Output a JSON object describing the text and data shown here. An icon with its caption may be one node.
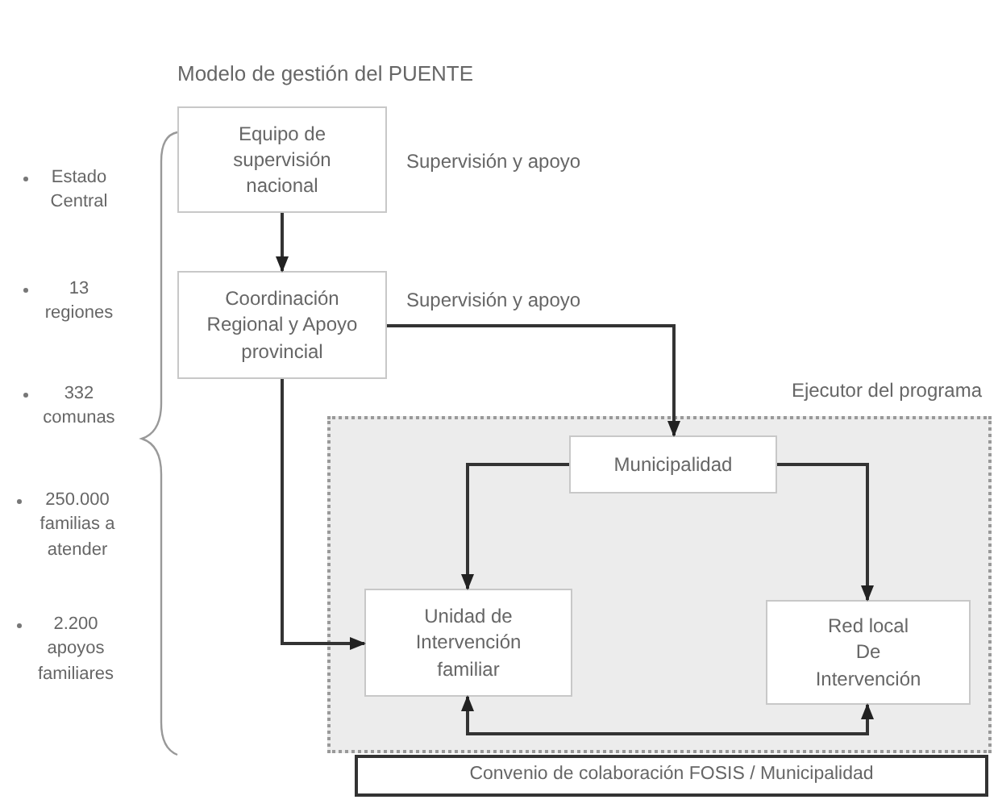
{
  "diagram": {
    "title": "Modelo de gestión del PUENTE",
    "nodes": [
      {
        "text": [
          "Equipo de supervisión nacional"
        ]
      },
      {
        "text": [
          "Coordinación Regional y Apoyo provincial"
        ]
      },
      {
        "text": [
          "Ejecutor del programa"
        ]
      },
      {
        "text": [
          "Municipalidad"
        ],
        "in": 2
      },
      {
        "text": [
          "Unidad de Intervención familiar"
        ],
        "in": 2
      },
      {
        "text": [
          "Red local De Intervención"
        ],
        "in": 2
      },
      {
        "text": [
          "Convenio de colaboración FOSIS / Municipalidad"
        ]
      }
    ],
    "edges": [
      {
        "from": 0,
        "to": 1,
        "arrow": "to"
      },
      {
        "from": 1,
        "to": 3,
        "arrow": "to"
      },
      {
        "from": 1,
        "to": 4,
        "arrow": "to"
      },
      {
        "from": 3,
        "to": 4,
        "arrow": "to"
      },
      {
        "from": 3,
        "to": 5,
        "arrow": "to"
      },
      {
        "from": 4,
        "to": 5,
        "arrow": "both"
      }
    ],
    "labels": [
      "Estado Central",
      "13 regiones",
      "332 comunas",
      "250.000 familias a atender",
      "2.200 apoyos familiares",
      "Supervisión y apoyo",
      "Supervisión y apoyo"
    ]
  }
}
